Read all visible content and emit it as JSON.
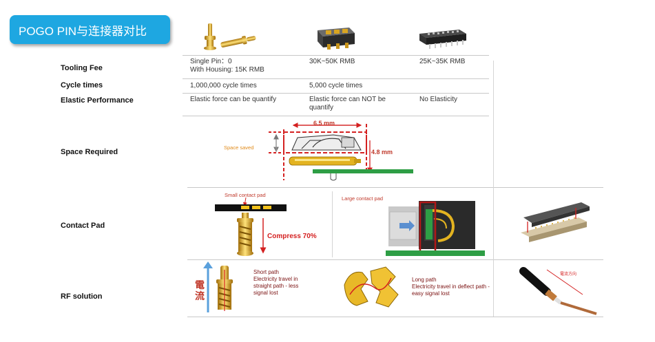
{
  "title": "POGO PIN与连接器对比",
  "rows": {
    "tooling_fee": {
      "label": "Tooling Fee",
      "pogo": [
        "Single Pin：0",
        "With Housing: 15K RMB"
      ],
      "connector": "30K~50K RMB",
      "socket": "25K~35K RMB"
    },
    "cycle_times": {
      "label": "Cycle times",
      "pogo": "1,000,000 cycle times",
      "connector": "5,000 cycle times"
    },
    "elastic": {
      "label": "Elastic Performance",
      "pogo": "Elastic force can be quantify",
      "connector": [
        "Elastic force can NOT be",
        "quantify"
      ],
      "socket": "No Elasticity"
    },
    "space": {
      "label": "Space Required",
      "saved_note": "Space saved",
      "width_dim": "6.5 mm",
      "height_dim": "4.8 mm"
    },
    "contact_pad": {
      "label": "Contact Pad",
      "small_note": "Small contact pad",
      "compress": "Compress 70%",
      "large_note": "Large contact pad"
    },
    "rf": {
      "label": "RF solution",
      "chinese_label": "電流",
      "short_path": [
        "Short path",
        "Electricity travel in",
        "straight path - less",
        "signal lost"
      ],
      "long_path": [
        "Long path",
        "Electricity travel in deflect path -",
        "easy signal lost"
      ],
      "cable_note": "電流方向"
    }
  },
  "colors": {
    "badge": "#1ea7e1",
    "gold": "#e3b320",
    "red": "#d42020",
    "green": "#2e9e45"
  },
  "icons": [
    "pogo-pin-icon",
    "connector-icon",
    "ic-socket-icon",
    "coax-cable-icon"
  ]
}
